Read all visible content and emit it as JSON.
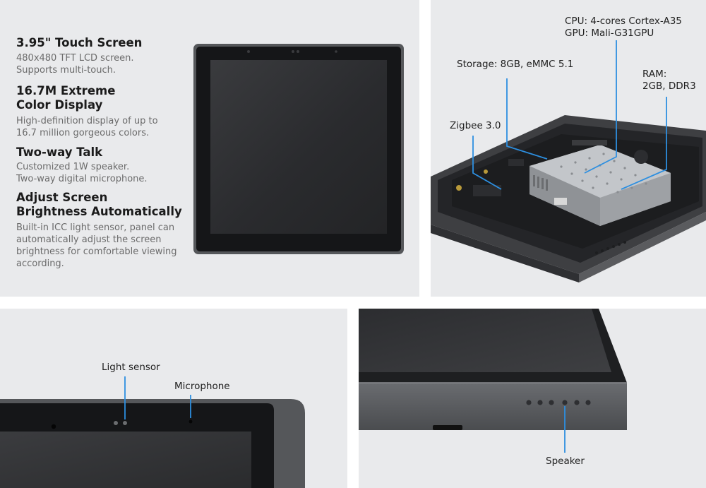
{
  "features": [
    {
      "title": "3.95\" Touch Screen",
      "desc": "480x480 TFT LCD screen.\nSupports multi-touch."
    },
    {
      "title": "16.7M Extreme\nColor Display",
      "desc": "High-definition display of up to\n16.7 million gorgeous colors."
    },
    {
      "title": "Two-way Talk",
      "desc": "Customized 1W speaker.\nTwo-way digital microphone."
    },
    {
      "title": "Adjust Screen\nBrightness Automatically",
      "desc": "Built-in ICC light sensor, panel can\nautomatically adjust the screen\nbrightness for comfortable viewing\naccording."
    }
  ],
  "internals": {
    "cpu": "CPU: 4-cores Cortex-A35\nGPU: Mali-G31GPU",
    "storage": "Storage: 8GB, eMMC 5.1",
    "ram": "RAM:\n2GB, DDR3",
    "zigbee": "Zigbee 3.0"
  },
  "front_callouts": {
    "light_sensor": "Light sensor",
    "microphone": "Microphone"
  },
  "bottom_callouts": {
    "speaker": "Speaker"
  },
  "colors": {
    "panel_bg": "#e9eaec",
    "callout_line": "#2d8fe0",
    "device_body": "#4a4b4e",
    "screen": "#2b2c2f"
  }
}
